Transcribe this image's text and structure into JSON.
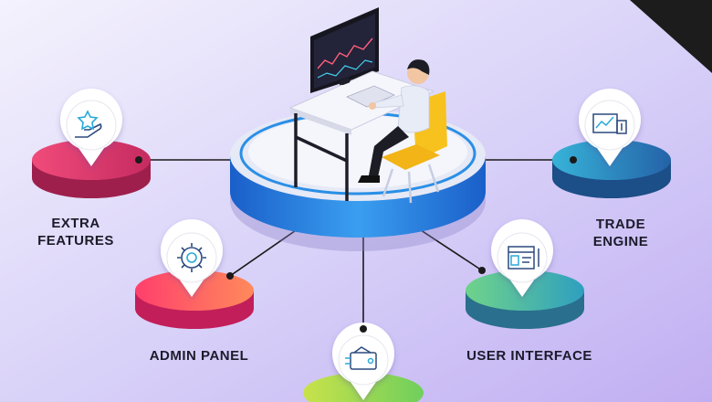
{
  "features": {
    "extra_features": {
      "label": "EXTRA\nFEATURES",
      "icon": "hand-star-icon",
      "color_top": "#e2366b",
      "color_side": "#9e1f4c"
    },
    "trade_engine": {
      "label": "TRADE\nENGINE",
      "icon": "trading-chart-icon",
      "color_top": "#2b8fc7",
      "color_side": "#1c4e87"
    },
    "admin_panel": {
      "label": "ADMIN PANEL",
      "icon": "settings-gear-icon",
      "color_top": "#ff5568",
      "color_side": "#c21e5a"
    },
    "user_interface": {
      "label": "USER INTERFACE",
      "icon": "dashboard-ui-icon",
      "color_top": "#4cc0a6",
      "color_side": "#2a6f8d"
    },
    "bottom_feature": {
      "icon": "wallet-circuit-icon",
      "color_top": "#a7d63a"
    }
  },
  "center": {
    "illustration": "trader-at-desk",
    "platform_top": "#eef0f8",
    "platform_ring": "#1e73d6"
  },
  "colors": {
    "background_left": "#f0eefc",
    "background_right": "#c9b8f5",
    "corner": "#1c1c1c",
    "connector": "#1a1a1a"
  }
}
